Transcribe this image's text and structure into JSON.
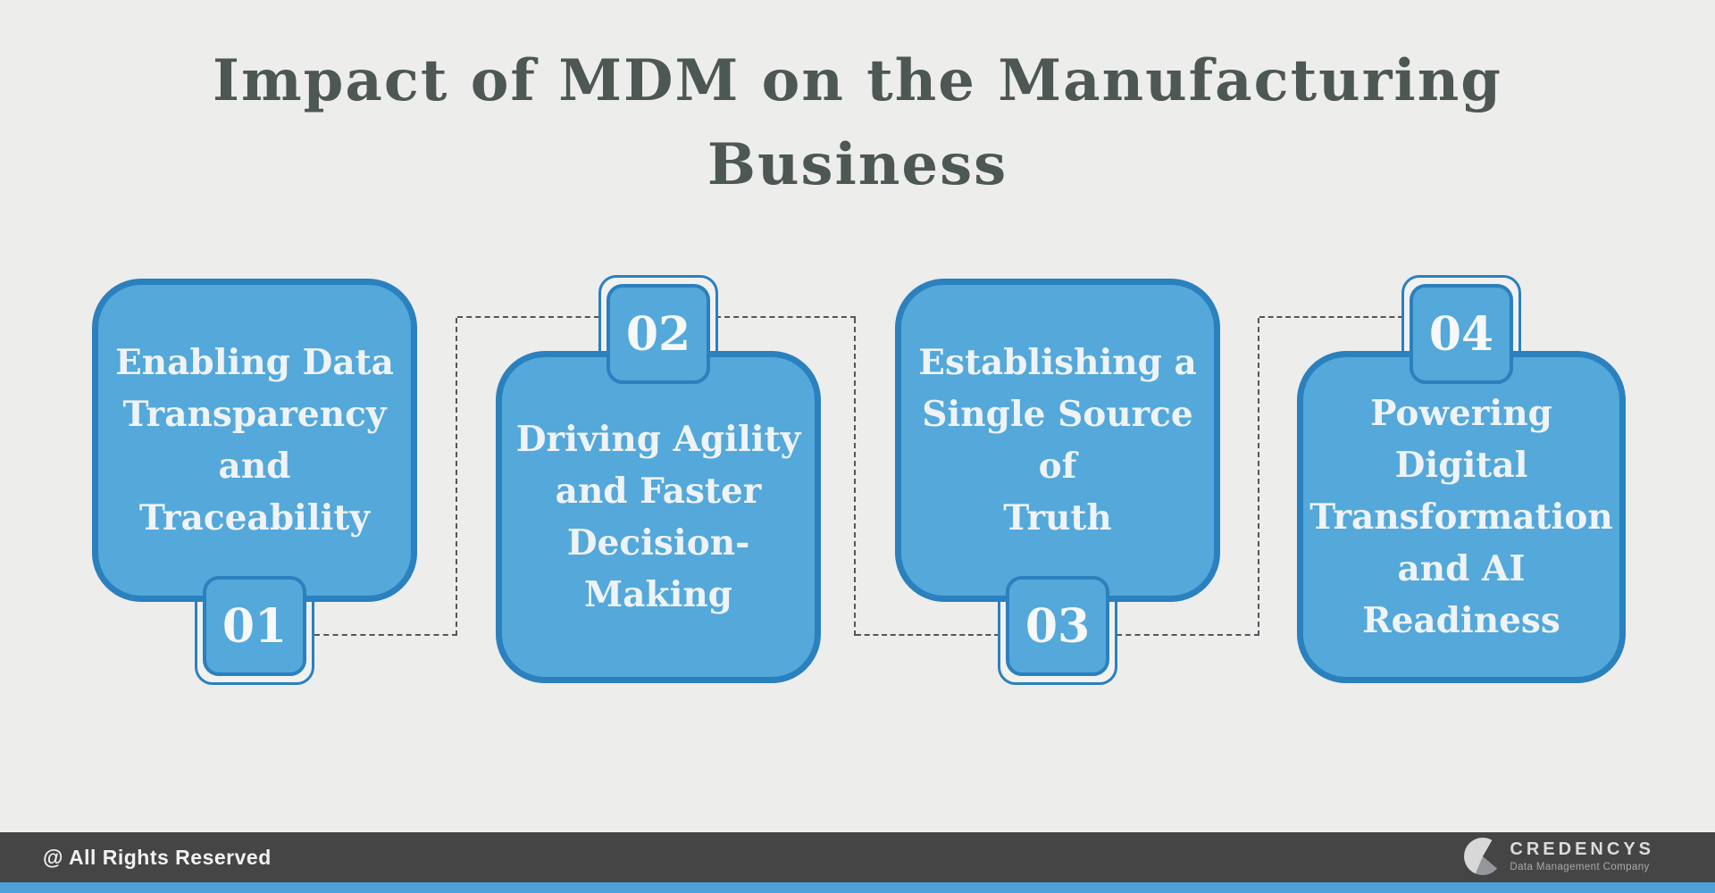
{
  "title": {
    "line1": "Impact of MDM on the Manufacturing",
    "line2": "Business"
  },
  "cards": [
    {
      "number": "01",
      "badge_position": "bottom",
      "lines": [
        "Enabling Data",
        "Transparency",
        "and Traceability"
      ]
    },
    {
      "number": "02",
      "badge_position": "top",
      "lines": [
        "Driving Agility",
        "and Faster",
        "Decision-Making"
      ]
    },
    {
      "number": "03",
      "badge_position": "bottom",
      "lines": [
        "Establishing a",
        "Single Source of",
        "Truth"
      ]
    },
    {
      "number": "04",
      "badge_position": "top",
      "lines": [
        "Powering Digital",
        "Transformation",
        "and AI Readiness"
      ]
    }
  ],
  "footer": {
    "copyright": "@ All Rights Reserved",
    "logo": {
      "name": "CREDENCYS",
      "tagline": "Data Management Company"
    }
  },
  "colors": {
    "background": "#EDEDEC",
    "card_fill": "#54A8DA",
    "card_border": "#2B80BE",
    "card_text": "#EFF3F6",
    "title_text": "#4D5753",
    "connector": "#55565A",
    "footer_bg": "#454545",
    "bottom_strip": "#4BA3D9"
  }
}
